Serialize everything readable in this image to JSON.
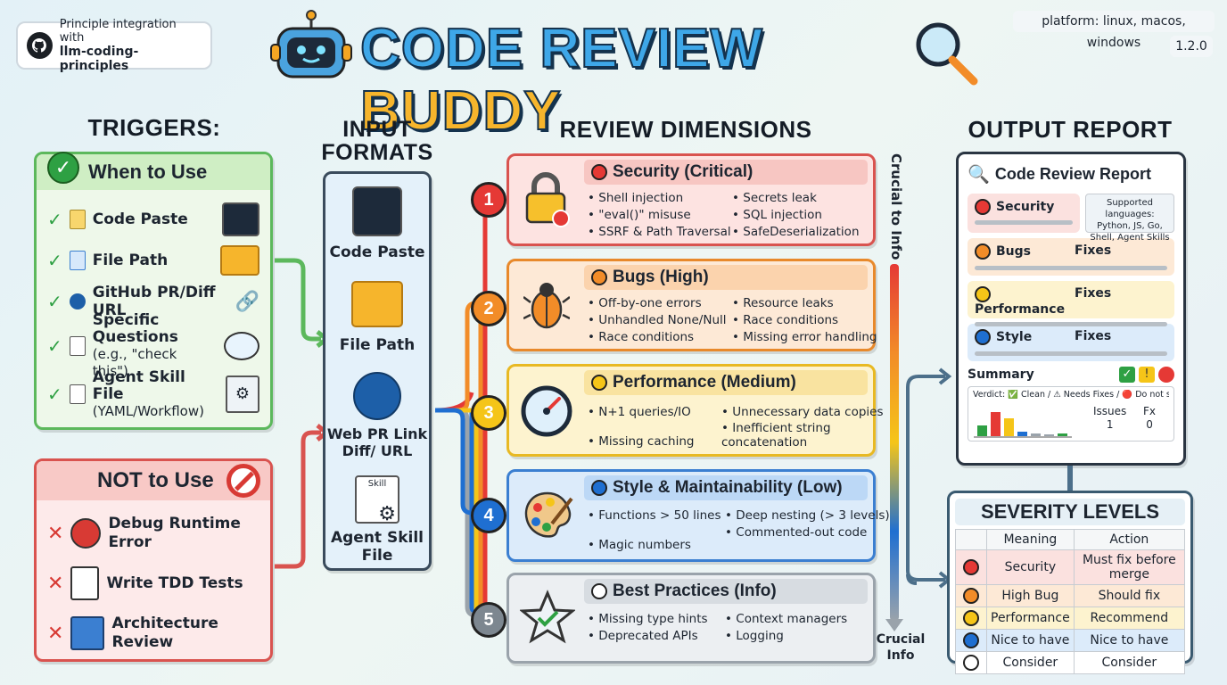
{
  "header": {
    "integration_line1": "Principle integration with",
    "integration_line2": "llm-coding-principles",
    "title_part1": "CODE REVIEW",
    "title_part2": "BUDDY",
    "platform": "platform: linux, macos, windows",
    "version": "1.2.0"
  },
  "triggers": {
    "heading": "TRIGGERS:",
    "when_title": "When to Use",
    "when_items": [
      {
        "label": "Code Paste",
        "sub": ""
      },
      {
        "label": "File Path",
        "sub": ""
      },
      {
        "label": "GitHub PR/Diff URL",
        "sub": ""
      },
      {
        "label": "Specific Questions",
        "sub": "(e.g., \"check this\")"
      },
      {
        "label": "Agent Skill File",
        "sub": "(YAML/Workflow)"
      }
    ],
    "not_title": "NOT to Use",
    "not_items": [
      {
        "line1": "Debug Runtime",
        "line2": "Error"
      },
      {
        "line1": "Write TDD Tests",
        "line2": ""
      },
      {
        "line1": "Architecture",
        "line2": "Review"
      }
    ]
  },
  "inputs": {
    "heading_line1": "INPUT",
    "heading_line2": "FORMATS",
    "items": [
      {
        "line1": "Code Paste",
        "line2": ""
      },
      {
        "line1": "File Path",
        "line2": ""
      },
      {
        "line1": "Web PR Link",
        "line2": "Diff/ URL"
      },
      {
        "line1": "Agent Skill",
        "line2": "File"
      }
    ],
    "skill_icon_text": "Skill"
  },
  "dimensions": {
    "heading": "REVIEW DIMENSIONS",
    "side_label_top": "Crucial to Info",
    "side_label_bottom_1": "Crucial",
    "side_label_bottom_2": "Info",
    "items": [
      {
        "num": "1",
        "title": "Security (Critical)",
        "color": "#e53935",
        "bg": "#fde3e1",
        "border": "#d9534f",
        "col1": [
          "Shell injection",
          "\"eval()\" misuse",
          "SSRF & Path Traversal"
        ],
        "col2": [
          "Secrets leak",
          "SQL injection",
          "SafeDeserialization"
        ]
      },
      {
        "num": "2",
        "title": "Bugs (High)",
        "color": "#f28c28",
        "bg": "#fde9d6",
        "border": "#e8892b",
        "col1": [
          "Off-by-one errors",
          "Unhandled None/Null",
          "Race conditions"
        ],
        "col2": [
          "Resource leaks",
          "Race conditions",
          "Missing error handling"
        ]
      },
      {
        "num": "3",
        "title": "Performance (Medium)",
        "color": "#f5c518",
        "bg": "#fdf3cf",
        "border": "#e8b923",
        "col1": [
          "N+1 queries/IO",
          "Missing caching"
        ],
        "col2": [
          "Unnecessary data copies",
          "Inefficient string concatenation"
        ]
      },
      {
        "num": "4",
        "title": "Style & Maintainability (Low)",
        "color": "#1f6fd1",
        "bg": "#dcebfa",
        "border": "#3b7fd1",
        "col1": [
          "Functions > 50 lines",
          "Magic numbers"
        ],
        "col2": [
          "Deep nesting (> 3 levels)",
          "Commented-out code"
        ]
      },
      {
        "num": "5",
        "title": "Best Practices (Info)",
        "color": "#ffffff",
        "bg": "#eceff2",
        "border": "#9aa3ab",
        "col1": [
          "Missing type hints",
          "Deprecated APIs"
        ],
        "col2": [
          "Context managers",
          "Logging"
        ]
      }
    ]
  },
  "output": {
    "heading": "OUTPUT REPORT",
    "report_title": "Code Review Report",
    "supported_languages": "Supported languages: Python, JS, Go, Shell, Agent Skills",
    "rows": [
      {
        "label": "Security",
        "fix": "",
        "color": "#e53935",
        "bg": "#fbe1df"
      },
      {
        "label": "Bugs",
        "fix": "Fixes",
        "color": "#f28c28",
        "bg": "#fde9d6"
      },
      {
        "label": "Performance",
        "fix": "Fixes",
        "color": "#f5c518",
        "bg": "#fdf3cf"
      },
      {
        "label": "Style",
        "fix": "Fixes",
        "color": "#1f6fd1",
        "bg": "#dcebfa"
      }
    ],
    "summary_label": "Summary",
    "verdict": "Verdict: ✅ Clean / ⚠ Needs Fixes / 🔴 Do not ship",
    "issues_label": "Issues",
    "issues_value": "1",
    "fix_label": "Fx",
    "fix_value": "0",
    "mini_bars": [
      0.35,
      0.8,
      0.6,
      0.15,
      0.08,
      0.05,
      0.1
    ]
  },
  "severity": {
    "heading": "SEVERITY LEVELS",
    "col_meaning": "Meaning",
    "col_action": "Action",
    "rows": [
      {
        "meaning": "Security",
        "action": "Must fix before merge",
        "color": "#e53935",
        "bg": "#fbe1df"
      },
      {
        "meaning": "High Bug",
        "action": "Should fix",
        "color": "#f28c28",
        "bg": "#fde9d6"
      },
      {
        "meaning": "Performance",
        "action": "Recommend",
        "color": "#f5c518",
        "bg": "#fdf3cf"
      },
      {
        "meaning": "Nice to have",
        "action": "Nice to have",
        "color": "#1f6fd1",
        "bg": "#dcebfa"
      },
      {
        "meaning": "Consider",
        "action": "Consider",
        "color": "#ffffff",
        "bg": "#ffffff"
      }
    ]
  }
}
